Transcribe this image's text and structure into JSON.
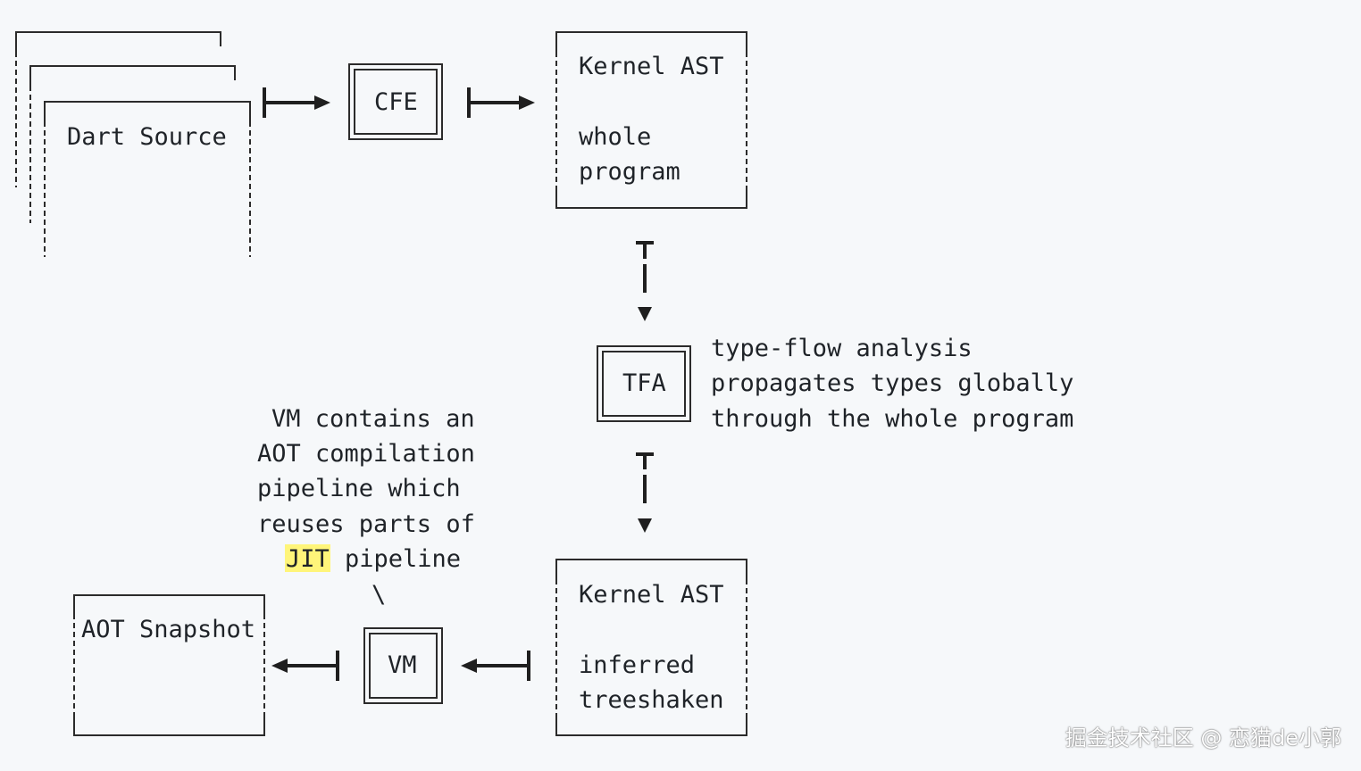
{
  "nodes": {
    "dart_source": {
      "label": "Dart Source"
    },
    "cfe": {
      "label": "CFE"
    },
    "kernel_whole": {
      "line1": "Kernel AST",
      "line2": "whole",
      "line3": "program"
    },
    "tfa": {
      "label": "TFA"
    },
    "kernel_inferred": {
      "line1": "Kernel AST",
      "line2": "inferred",
      "line3": "treeshaken"
    },
    "vm": {
      "label": "VM"
    },
    "aot_snapshot": {
      "label": "AOT Snapshot"
    }
  },
  "notes": {
    "tfa": [
      "type-flow analysis",
      "propagates types globally",
      "through the whole program"
    ],
    "vm": {
      "line1": "VM contains an",
      "line2": "AOT compilation",
      "line3": "pipeline which",
      "line4": "reuses parts of",
      "line5_highlight": "JIT",
      "line5_rest": "pipeline",
      "pointer": "\\"
    }
  },
  "colors": {
    "background": "#f6f8fa",
    "ink": "#1f2328",
    "highlight": "#fff57a"
  },
  "watermark": "掘金技术社区 @ 恋猫de小郭"
}
